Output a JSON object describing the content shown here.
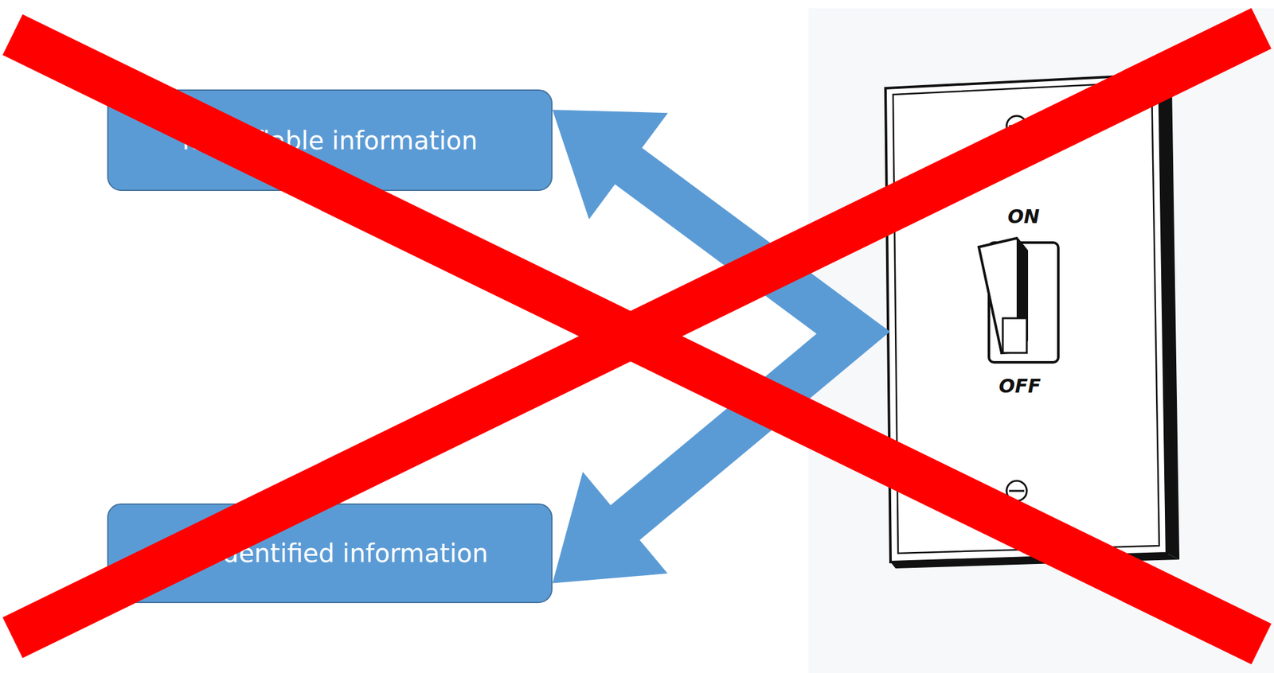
{
  "diagram": {
    "nodes": [
      {
        "text": [
          "Identifiable information"
        ]
      },
      {
        "text": [
          "De-identified information"
        ]
      }
    ],
    "edges": [
      {
        "from": 0,
        "to": 1,
        "arrow": "both"
      }
    ],
    "labels": [
      "ON",
      "OFF"
    ]
  }
}
